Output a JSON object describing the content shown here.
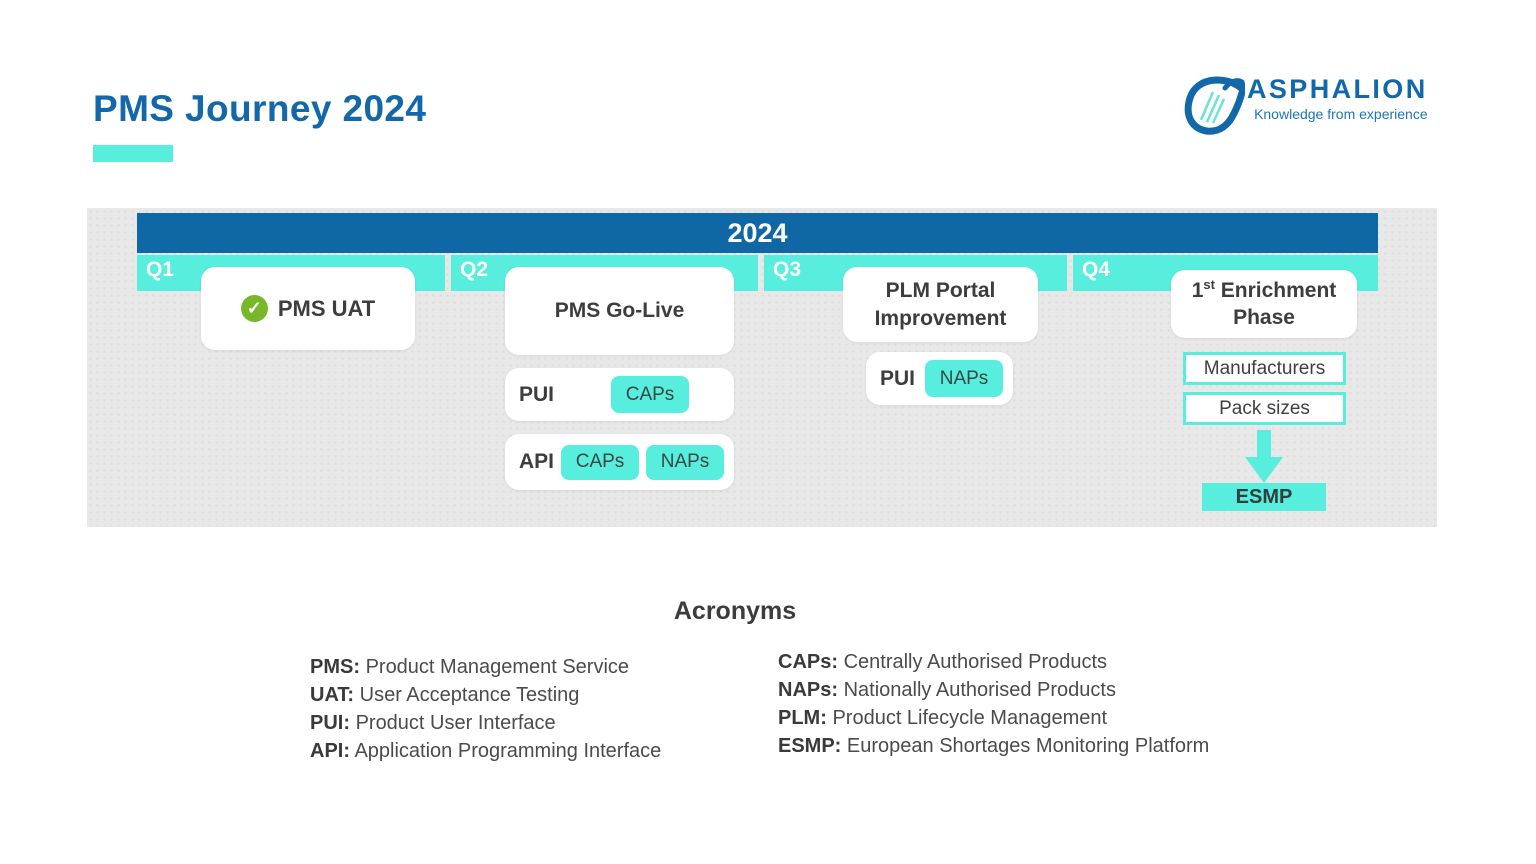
{
  "page": {
    "title": "PMS Journey 2024"
  },
  "logo": {
    "name": "ASPHALION",
    "tagline": "Knowledge from experience"
  },
  "timeline": {
    "year": "2024",
    "quarters": [
      {
        "label": "Q1"
      },
      {
        "label": "Q2"
      },
      {
        "label": "Q3"
      },
      {
        "label": "Q4"
      }
    ]
  },
  "milestones": {
    "q1": {
      "title": "PMS UAT",
      "status_icon": "check-icon"
    },
    "q2": {
      "title": "PMS Go-Live",
      "rows": [
        {
          "label": "PUI",
          "chips": [
            "CAPs"
          ]
        },
        {
          "label": "API",
          "chips": [
            "CAPs",
            "NAPs"
          ]
        }
      ]
    },
    "q3": {
      "title": "PLM Portal Improvement",
      "rows": [
        {
          "label": "PUI",
          "chips": [
            "NAPs"
          ]
        }
      ]
    },
    "q4": {
      "title_num": "1",
      "title_sup": "st",
      "title_rest": "Enrichment Phase",
      "tags": [
        "Manufacturers",
        "Pack sizes"
      ],
      "arrow_icon": "down-arrow-icon",
      "target": "ESMP"
    }
  },
  "acronyms": {
    "heading": "Acronyms",
    "left": [
      {
        "term": "PMS:",
        "definition": "Product Management Service"
      },
      {
        "term": "UAT:",
        "definition": "User Acceptance Testing"
      },
      {
        "term": "PUI:",
        "definition": "Product User Interface"
      },
      {
        "term": "API:",
        "definition": "Application Programming Interface"
      }
    ],
    "right": [
      {
        "term": "CAPs:",
        "definition": "Centrally Authorised Products"
      },
      {
        "term": "NAPs:",
        "definition": "Nationally Authorised Products"
      },
      {
        "term": "PLM:",
        "definition": "Product Lifecycle Management"
      },
      {
        "term": "ESMP:",
        "definition": "European Shortages Monitoring Platform"
      }
    ]
  },
  "colors": {
    "brand_blue": "#1268a8",
    "year_bar_blue": "#0f67a6",
    "accent_teal": "#57eedd",
    "check_green": "#76b82a",
    "panel_gray": "#e9e8e8",
    "text_dark": "#3d3d3d"
  }
}
